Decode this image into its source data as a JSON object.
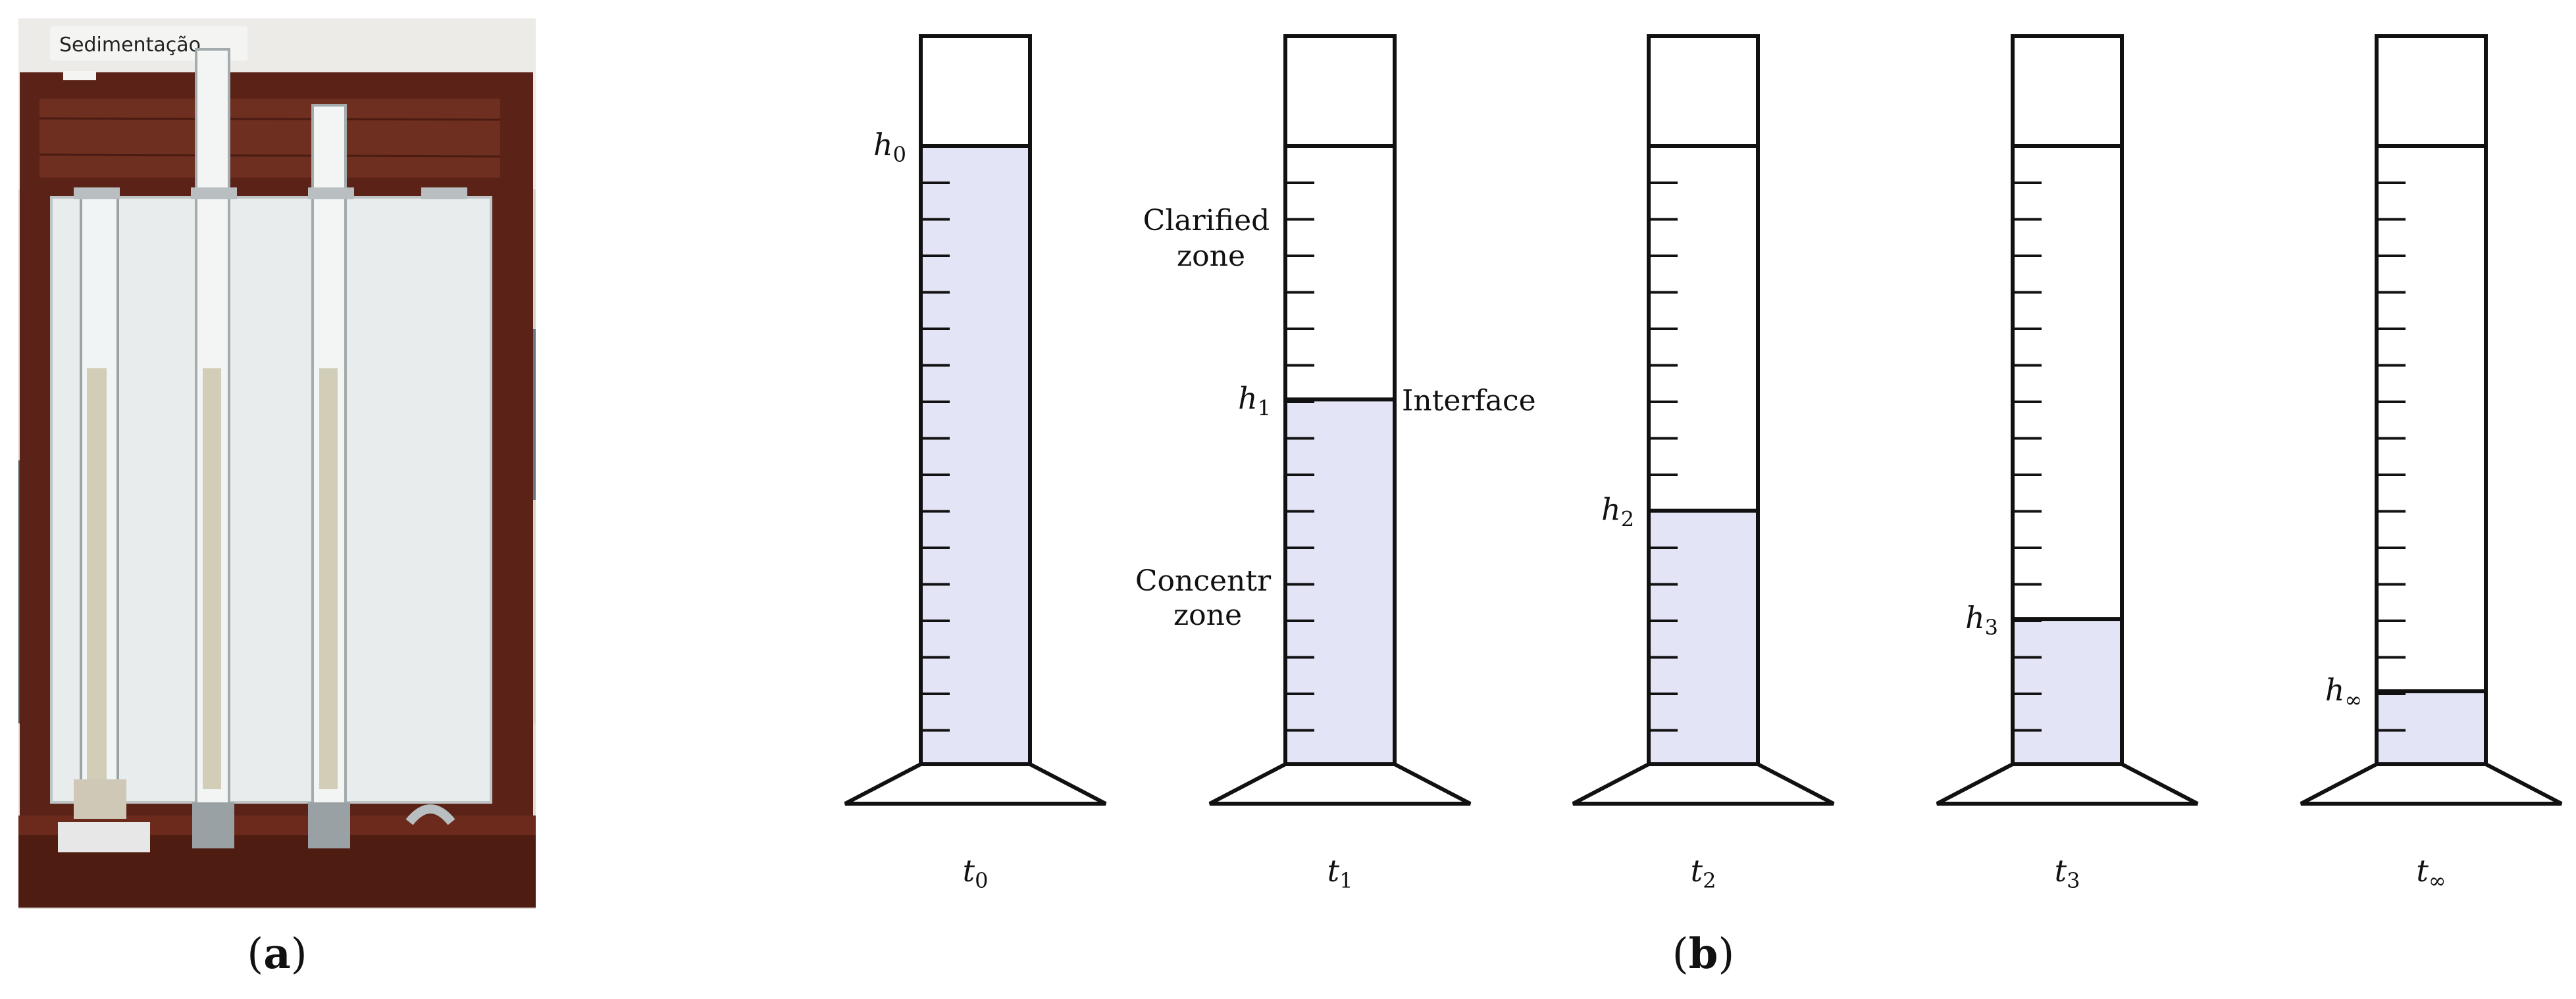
{
  "panel_a": {
    "caption_letter": "a",
    "photo_label": "Sedimentação"
  },
  "panel_b": {
    "caption_letter": "b",
    "cylinders": [
      {
        "time_base": "t",
        "time_sub": "0",
        "height_base": "h",
        "height_sub": "0",
        "fill_level": 1.0
      },
      {
        "time_base": "t",
        "time_sub": "1",
        "height_base": "h",
        "height_sub": "1",
        "fill_level": 0.59
      },
      {
        "time_base": "t",
        "time_sub": "2",
        "height_base": "h",
        "height_sub": "2",
        "fill_level": 0.41
      },
      {
        "time_base": "t",
        "time_sub": "3",
        "height_base": "h",
        "height_sub": "3",
        "fill_level": 0.235
      },
      {
        "time_base": "t",
        "time_sub": "∞",
        "height_base": "h",
        "height_sub": "∞",
        "fill_level": 0.118
      }
    ],
    "labels": {
      "clarified_line1": "Clarified",
      "clarified_line2": "zone",
      "interface": "Interface",
      "concentr_line1": "Concentr",
      "concentr_line2": "zone"
    }
  },
  "colors": {
    "suspension_fill": "#e4e4f7",
    "outline": "#111111",
    "wood_frame": "#5b2318",
    "backboard": "#e8ecec"
  }
}
